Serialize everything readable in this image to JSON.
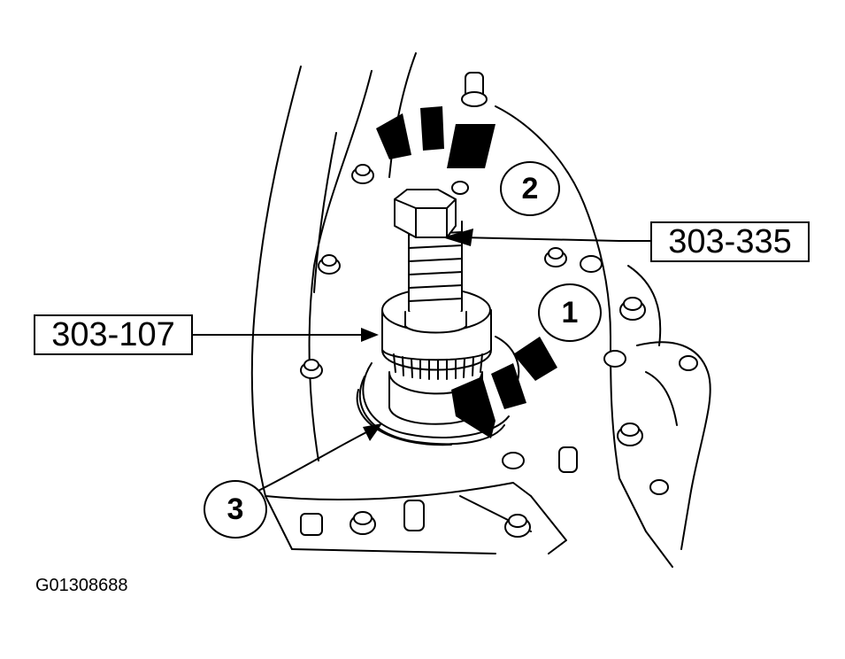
{
  "tools": {
    "installer": "303-335",
    "remover": "303-107"
  },
  "callouts": {
    "step1": "1",
    "step2": "2",
    "step3": "3"
  },
  "figure_id": "G01308688",
  "colors": {
    "ink": "#000000",
    "paper": "#ffffff"
  }
}
